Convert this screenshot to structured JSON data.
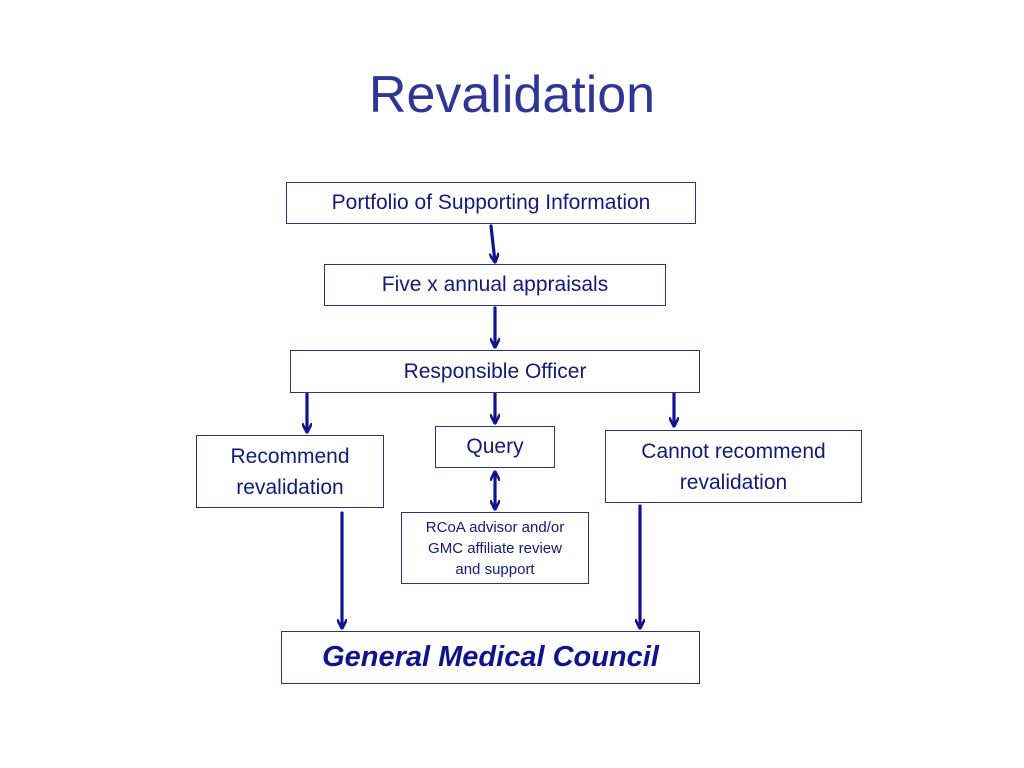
{
  "slide": {
    "title": "Revalidation"
  },
  "colors": {
    "title": "#2e3595",
    "text": "#14197a",
    "border": "#2a3285",
    "arrow": "#11148f"
  },
  "nodes": {
    "portfolio": "Portfolio of Supporting Information",
    "appraisals": "Five x annual appraisals",
    "officer": "Responsible Officer",
    "recommend": [
      "Recommend",
      "revalidation"
    ],
    "query": "Query",
    "cannot": [
      "Cannot recommend",
      "revalidation"
    ],
    "advisor": [
      "RCoA advisor and/or",
      "GMC affiliate review",
      "and support"
    ],
    "gmc": "General Medical Council"
  },
  "edges": [
    {
      "from": "portfolio",
      "to": "appraisals",
      "direction": "forward"
    },
    {
      "from": "appraisals",
      "to": "officer",
      "direction": "forward"
    },
    {
      "from": "officer",
      "to": "recommend",
      "direction": "forward"
    },
    {
      "from": "officer",
      "to": "query",
      "direction": "forward"
    },
    {
      "from": "officer",
      "to": "cannot",
      "direction": "forward"
    },
    {
      "from": "query",
      "to": "advisor",
      "direction": "both"
    },
    {
      "from": "recommend",
      "to": "gmc",
      "direction": "forward"
    },
    {
      "from": "cannot",
      "to": "gmc",
      "direction": "forward"
    }
  ]
}
